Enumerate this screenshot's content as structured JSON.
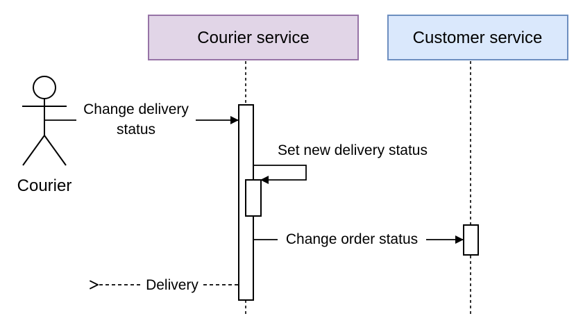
{
  "participants": [
    {
      "label": "Courier service",
      "fill": "#e1d5e7",
      "stroke": "#9673a6"
    },
    {
      "label": "Customer service",
      "fill": "#dae8fc",
      "stroke": "#6c8ebf"
    }
  ],
  "actor": {
    "label": "Courier"
  },
  "messages": {
    "change_delivery_status": {
      "line1": "Change delivery",
      "line2": "status"
    },
    "set_new_delivery_status": "Set new delivery status",
    "change_order_status": "Change order status",
    "delivery_return": "Delivery"
  }
}
